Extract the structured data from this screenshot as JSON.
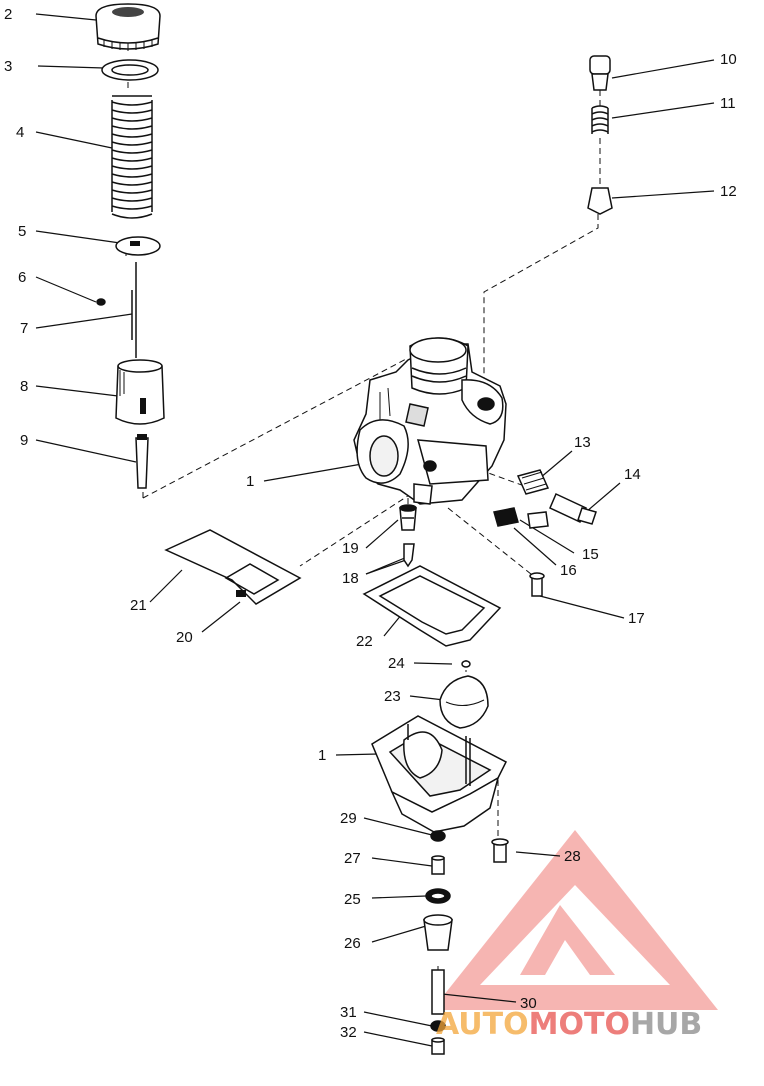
{
  "callouts": [
    {
      "id": "c2",
      "label": "2"
    },
    {
      "id": "c3",
      "label": "3"
    },
    {
      "id": "c4",
      "label": "4"
    },
    {
      "id": "c5",
      "label": "5"
    },
    {
      "id": "c6",
      "label": "6"
    },
    {
      "id": "c7",
      "label": "7"
    },
    {
      "id": "c8",
      "label": "8"
    },
    {
      "id": "c9",
      "label": "9"
    },
    {
      "id": "c10",
      "label": "10"
    },
    {
      "id": "c11",
      "label": "11"
    },
    {
      "id": "c12",
      "label": "12"
    },
    {
      "id": "c1a",
      "label": "1"
    },
    {
      "id": "c13",
      "label": "13"
    },
    {
      "id": "c14",
      "label": "14"
    },
    {
      "id": "c15",
      "label": "15"
    },
    {
      "id": "c16",
      "label": "16"
    },
    {
      "id": "c17",
      "label": "17"
    },
    {
      "id": "c19",
      "label": "19"
    },
    {
      "id": "c18",
      "label": "18"
    },
    {
      "id": "c21",
      "label": "21"
    },
    {
      "id": "c20",
      "label": "20"
    },
    {
      "id": "c22",
      "label": "22"
    },
    {
      "id": "c24",
      "label": "24"
    },
    {
      "id": "c23",
      "label": "23"
    },
    {
      "id": "c1b",
      "label": "1"
    },
    {
      "id": "c29",
      "label": "29"
    },
    {
      "id": "c28",
      "label": "28"
    },
    {
      "id": "c27",
      "label": "27"
    },
    {
      "id": "c25",
      "label": "25"
    },
    {
      "id": "c26",
      "label": "26"
    },
    {
      "id": "c30",
      "label": "30"
    },
    {
      "id": "c31",
      "label": "31"
    },
    {
      "id": "c32",
      "label": "32"
    }
  ],
  "watermark": {
    "part1": "AUTO",
    "part2": "MOTO",
    "part3": "HUB",
    "color_red": "#e8534f",
    "color_orange": "#f4a63a",
    "color_grey": "#8a8a8a"
  }
}
